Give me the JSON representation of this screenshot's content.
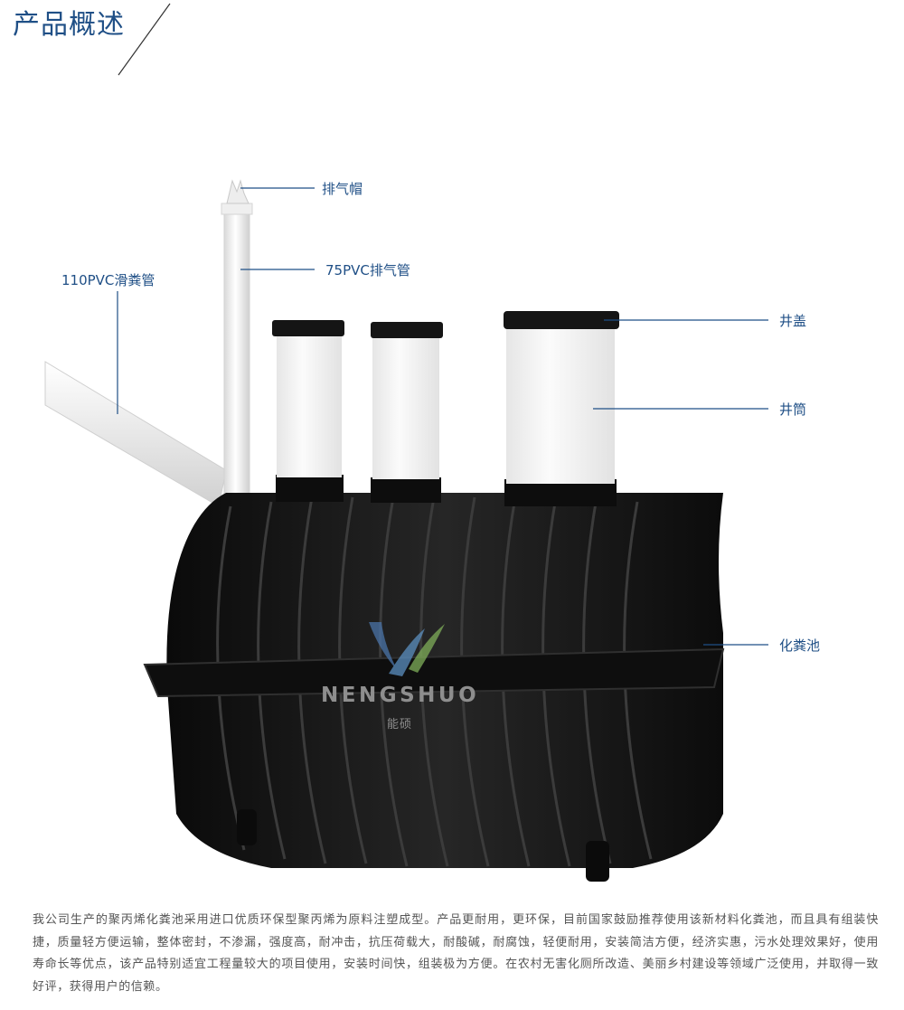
{
  "section": {
    "title": "产品概述"
  },
  "labels": {
    "vent_cap": "排气帽",
    "vent_pipe": "75PVC排气管",
    "inlet_pipe": "110PVC滑粪管",
    "well_cover": "井盖",
    "well_shaft": "井筒",
    "septic_tank": "化粪池"
  },
  "brand": {
    "name": "NENGSHUO",
    "chinese": "能硕"
  },
  "description": "我公司生产的聚丙烯化粪池采用进口优质环保型聚丙烯为原料注塑成型。产品更耐用，更环保，目前国家鼓励推荐使用该新材料化粪池，而且具有组装快捷，质量轻方便运输，整体密封，不渗漏，强度高，耐冲击，抗压荷载大，耐酸碱，耐腐蚀，轻便耐用，安装简洁方便，经济实惠，污水处理效果好，使用寿命长等优点，该产品特别适宜工程量较大的项目使用，安装时间快，组装极为方便。在农村无害化厕所改造、美丽乡村建设等领域广泛使用，并取得一致好评，获得用户的信赖。"
}
